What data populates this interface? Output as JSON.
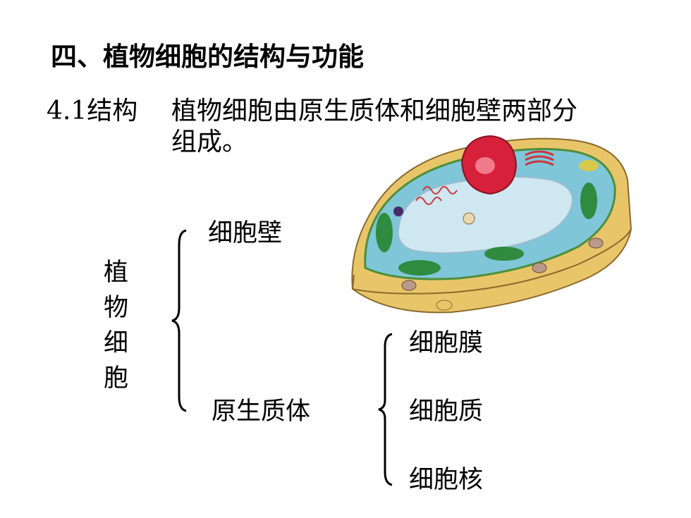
{
  "title": "四、植物细胞的结构与功能",
  "section": {
    "number": "4.1结构",
    "text_line1": "植物细胞由原生质体和细胞壁两部分",
    "text_line2": "组成。"
  },
  "tree": {
    "root_chars": [
      "植",
      "物",
      "细",
      "胞"
    ],
    "level1": [
      "细胞壁",
      "原生质体"
    ],
    "level2": [
      "细胞膜",
      "细胞质",
      "细胞核"
    ]
  },
  "colors": {
    "cell_wall": "#e9c56a",
    "cytoplasm": "#7fc6d9",
    "vacuole": "#cfe7f1",
    "nucleus": "#d7203a",
    "chloroplast": "#2e8b3f",
    "golgi": "#c8373c"
  }
}
